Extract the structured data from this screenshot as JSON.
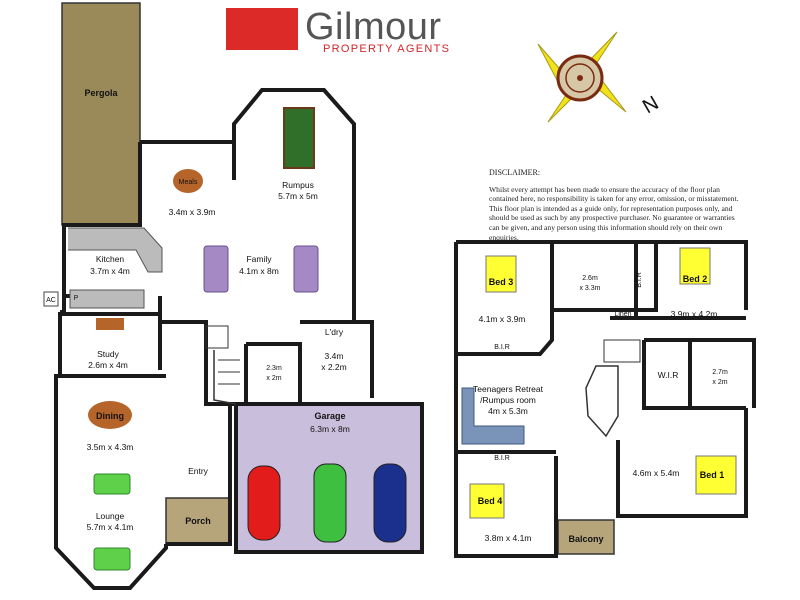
{
  "brand": {
    "name": "Gilmour",
    "tagline": "PROPERTY AGENTS",
    "color": "#dc2a28"
  },
  "compass": {
    "north_label": "N"
  },
  "disclaimer": {
    "title": "DISCLAIMER:",
    "text": "Whilst every attempt has been made to ensure the accuracy of the floor plan contained here, no responsibility is taken for any error, omission, or misstatement. This floor plan is intended as a guide only, for representation purposes only, and should be used as such by any prospective purchaser. No guarantee or warranties can be given, and any person using this information should rely on their own enquiries."
  },
  "ground_floor": {
    "pergola": "Pergola",
    "meals": {
      "label": "Meals",
      "dims": "3.4m x 3.9m"
    },
    "rumpus": {
      "label": "Rumpus",
      "dims": "5.7m x 5m"
    },
    "kitchen": {
      "label": "Kitchen",
      "dims": "3.7m x 4m"
    },
    "family": {
      "label": "Family",
      "dims": "4.1m x 8m"
    },
    "ac": "AC",
    "pantry": "P",
    "study": {
      "label": "Study",
      "dims": "2.6m x 4m"
    },
    "bath": {
      "line1": "2.3m",
      "line2": "x 2m"
    },
    "laundry": {
      "label": "L'dry",
      "line1": "3.4m",
      "line2": "x 2.2m"
    },
    "dining": {
      "label": "Dining",
      "dims": "3.5m x 4.3m"
    },
    "garage": {
      "label": "Garage",
      "dims": "6.3m x 8m"
    },
    "entry": "Entry",
    "lounge": {
      "label": "Lounge",
      "dims": "5.7m x 4.1m"
    },
    "porch": "Porch"
  },
  "first_floor": {
    "bed3": {
      "label": "Bed 3",
      "dims": "4.1m x 3.9m"
    },
    "ens1": {
      "line1": "2.6m",
      "line2": "x 3.3m"
    },
    "bir_top": "B.I.R",
    "bed2": {
      "label": "Bed 2",
      "dims": "3.9m x 4.2m"
    },
    "linen": "Linen",
    "bir_left": "B.I.R",
    "retreat": {
      "line1": "Teenagers Retreat",
      "line2": "/Rumpus room",
      "line3": "4m x 5.3m"
    },
    "wir": "W.I.R",
    "ens2": {
      "line1": "2.7m",
      "line2": "x 2m"
    },
    "bir_bed4": "B.I.R",
    "bed4": {
      "label": "Bed 4",
      "dims": "3.8m x 4.1m"
    },
    "bed1": {
      "label": "Bed 1",
      "dims": "4.6m x 5.4m"
    },
    "balcony": "Balcony"
  },
  "colors": {
    "pergola": "#9a8a5a",
    "porch": "#b6a47a",
    "garage": "#c9bfdc",
    "bed": "#ffff33",
    "sofa_purple": "#a489c4",
    "sofa_green": "#5fd04a",
    "sofa_blue": "#7a93b8",
    "table": "#b5642a",
    "car_red": "#e21b1b",
    "car_green": "#3fbf3f",
    "car_blue": "#1b2f8c"
  }
}
